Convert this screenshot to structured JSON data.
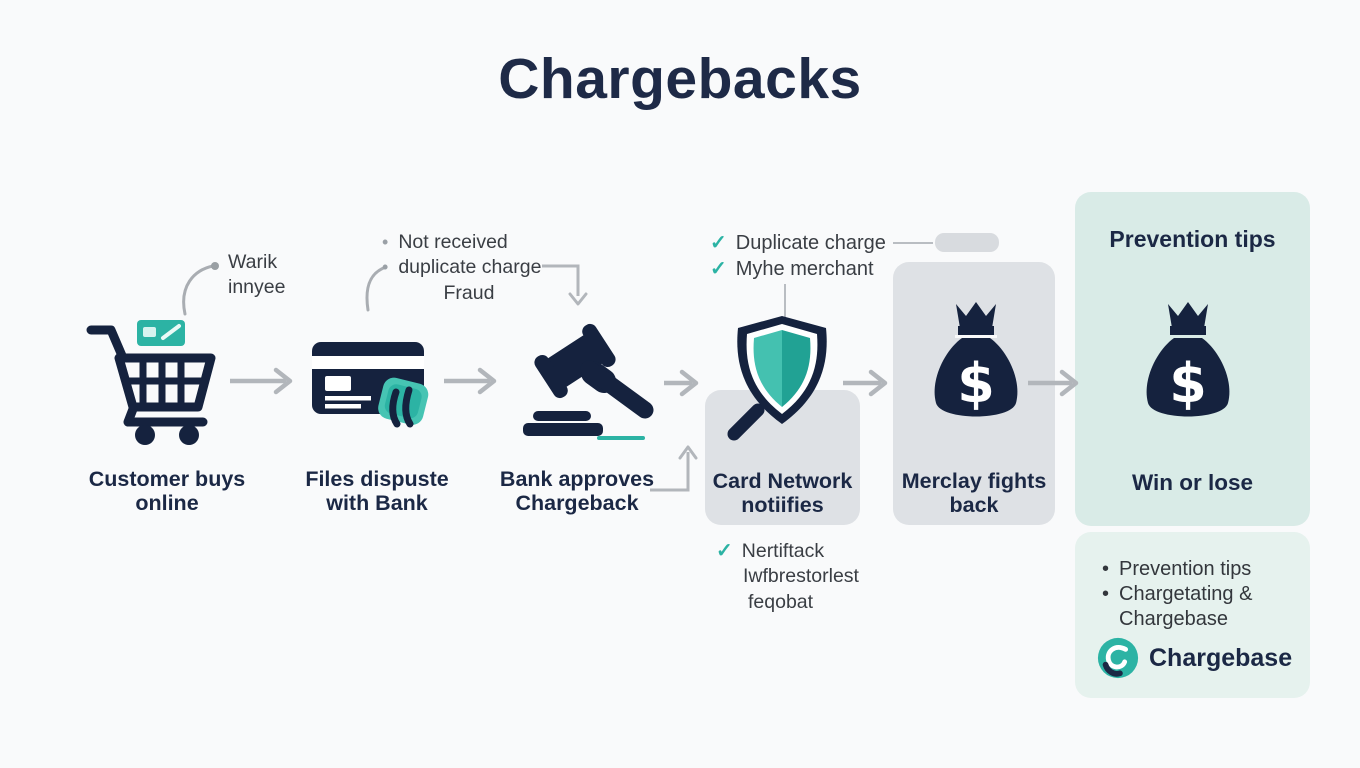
{
  "title": "Chargebacks",
  "glyphs": {
    "bullet": "•",
    "check": "✓",
    "dollar": "$"
  },
  "colors": {
    "navy": "#1b2845",
    "teal": "#2cb3a4",
    "teal_light": "#44c1b0",
    "teal_dark": "#21a294",
    "panel_grey": "#dee1e5",
    "panel_teal": "#d9ebe7",
    "panel_teal_light": "#e6f2ee",
    "arrow_grey": "#b2b6bb"
  },
  "steps": [
    {
      "icon": "shopping-cart-icon",
      "label_line1": "Customer buys",
      "label_line2": "online"
    },
    {
      "icon": "credit-card-icon",
      "label_line1": "Files dispuste",
      "label_line2": "with Bank"
    },
    {
      "icon": "gavel-icon",
      "label_line1": "Bank approves",
      "label_line2": "Chargeback"
    },
    {
      "icon": "shield-icon",
      "label_line1": "Card Network",
      "label_line2": "notiifies"
    },
    {
      "icon": "money-bag-icon",
      "label_line1": "Merclay fights",
      "label_line2": "back"
    },
    {
      "icon": "money-bag-icon",
      "label_line1": "Win or lose",
      "label_line2": ""
    }
  ],
  "annotations": {
    "cart_note": [
      "Warik",
      "innyee"
    ],
    "dispute_reasons": [
      "Not received",
      "duplicate charge",
      "Fraud"
    ],
    "network_checks": [
      "Duplicate charge",
      "Myhe merchant"
    ],
    "notify_checks": [
      "Nertiftack",
      "Iwfbrestorlest",
      "feqobat"
    ]
  },
  "prevention": {
    "heading": "Prevention tips",
    "bullets": [
      "Prevention tips",
      "Chargetating & Chargebase"
    ],
    "brand": "Chargebase"
  }
}
